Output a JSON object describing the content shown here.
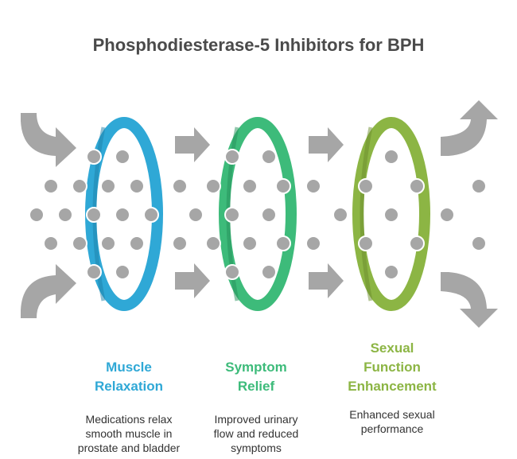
{
  "title": "Phosphodiesterase-5 Inhibitors for BPH",
  "colors": {
    "stage1": "#2fa8d6",
    "stage2": "#3dbb7a",
    "stage3": "#8cb544",
    "dot": "#a6a6a6",
    "arrow": "#a6a6a6",
    "title": "#4a4a4a"
  },
  "stages": [
    {
      "label_lines": [
        "Muscle",
        "Relaxation"
      ],
      "description_lines": [
        "Medications relax",
        "smooth muscle in",
        "prostate and bladder"
      ]
    },
    {
      "label_lines": [
        "Symptom",
        "Relief"
      ],
      "description_lines": [
        "Improved urinary",
        "flow and reduced",
        "symptoms"
      ]
    },
    {
      "label_lines": [
        "Sexual",
        "Function",
        "Enhancement"
      ],
      "description_lines": [
        "Enhanced sexual",
        "performance"
      ]
    }
  ],
  "icons": [
    "curved-arrow-in-top",
    "curved-arrow-in-bottom",
    "right-arrow",
    "curved-arrow-out-top",
    "curved-arrow-out-bottom",
    "ring"
  ]
}
